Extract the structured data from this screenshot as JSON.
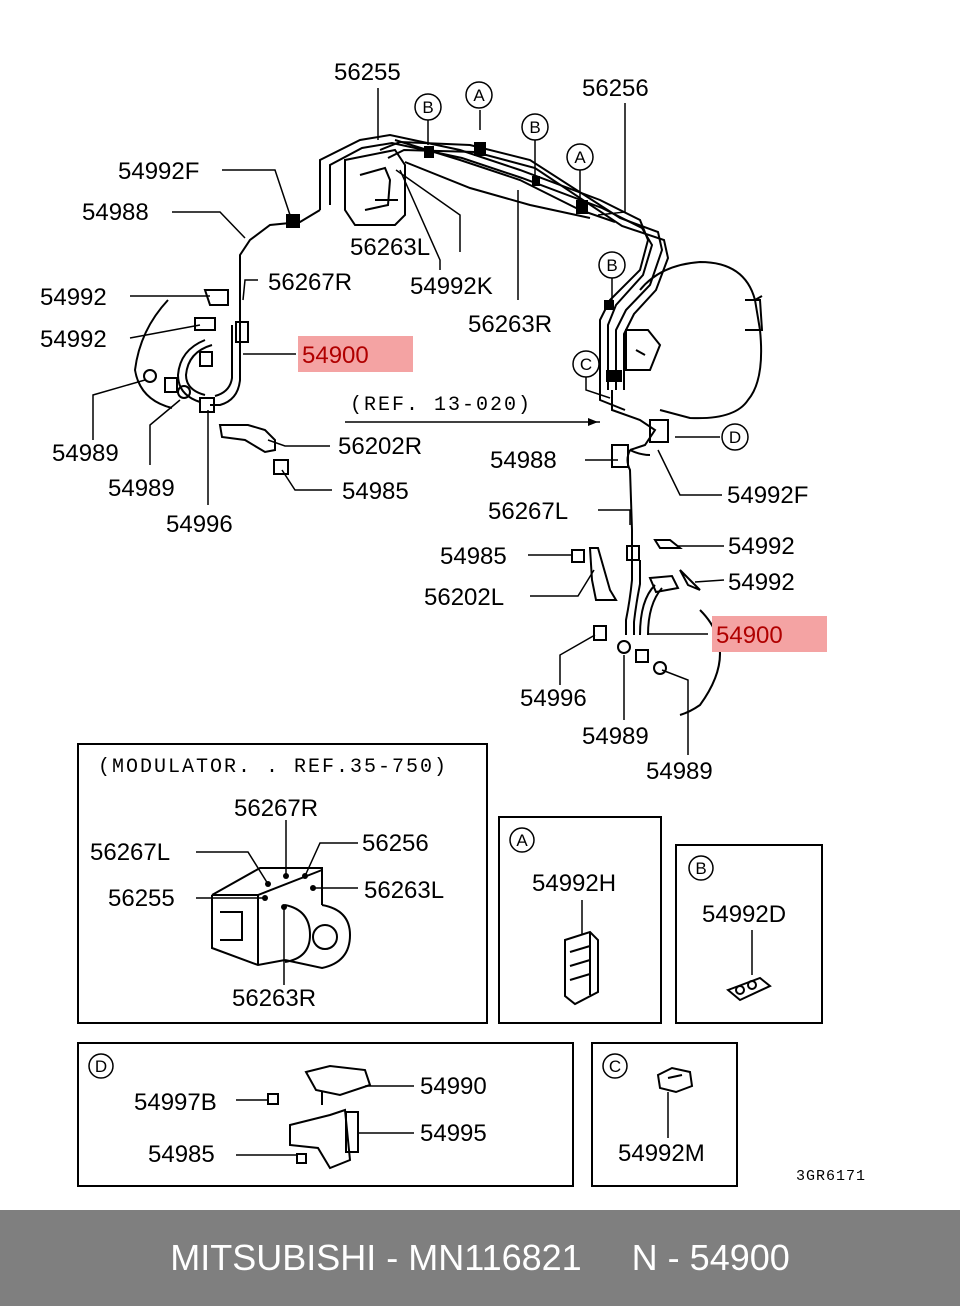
{
  "parts": {
    "p56255": "56255",
    "p56256": "56256",
    "p54992F_top": "54992F",
    "p54988_top": "54988",
    "p56263L_top": "56263L",
    "p54992K": "54992K",
    "p56267R_top": "56267R",
    "p56263R_top": "56263R",
    "p54992_a": "54992",
    "p54992_b": "54992",
    "p54900_left": "54900",
    "p54989_a": "54989",
    "p54989_b": "54989",
    "p54996_left": "54996",
    "p56202R": "56202R",
    "p54985_left": "54985",
    "p54988_right": "54988",
    "p54992F_right": "54992F",
    "p56267L_right": "56267L",
    "p54985_right": "54985",
    "p54992_c": "54992",
    "p56202L": "56202L",
    "p54992_d": "54992",
    "p54900_right": "54900",
    "p54996_right": "54996",
    "p54989_c": "54989",
    "p54989_d": "54989"
  },
  "reference": "(REF. 13-020)",
  "callouts": {
    "A": "A",
    "B": "B",
    "C": "C",
    "D": "D"
  },
  "modulator_box": {
    "title": "(MODULATOR. . REF.35-750)",
    "p56267R": "56267R",
    "p56267L": "56267L",
    "p56256": "56256",
    "p56255": "56255",
    "p56263L": "56263L",
    "p56263R": "56263R"
  },
  "box_a": {
    "letter": "A",
    "part": "54992H"
  },
  "box_b": {
    "letter": "B",
    "part": "54992D"
  },
  "box_d": {
    "letter": "D",
    "p54997B": "54997B",
    "p54990": "54990",
    "p54995": "54995",
    "p54985": "54985"
  },
  "box_c": {
    "letter": "C",
    "part": "54992M"
  },
  "drawing_code": "3GR6171",
  "highlight_color": "#f4a3a3",
  "highlight_text_color": "#b00000",
  "footer": {
    "text": "MITSUBISHI - MN116821     N - 54900"
  }
}
